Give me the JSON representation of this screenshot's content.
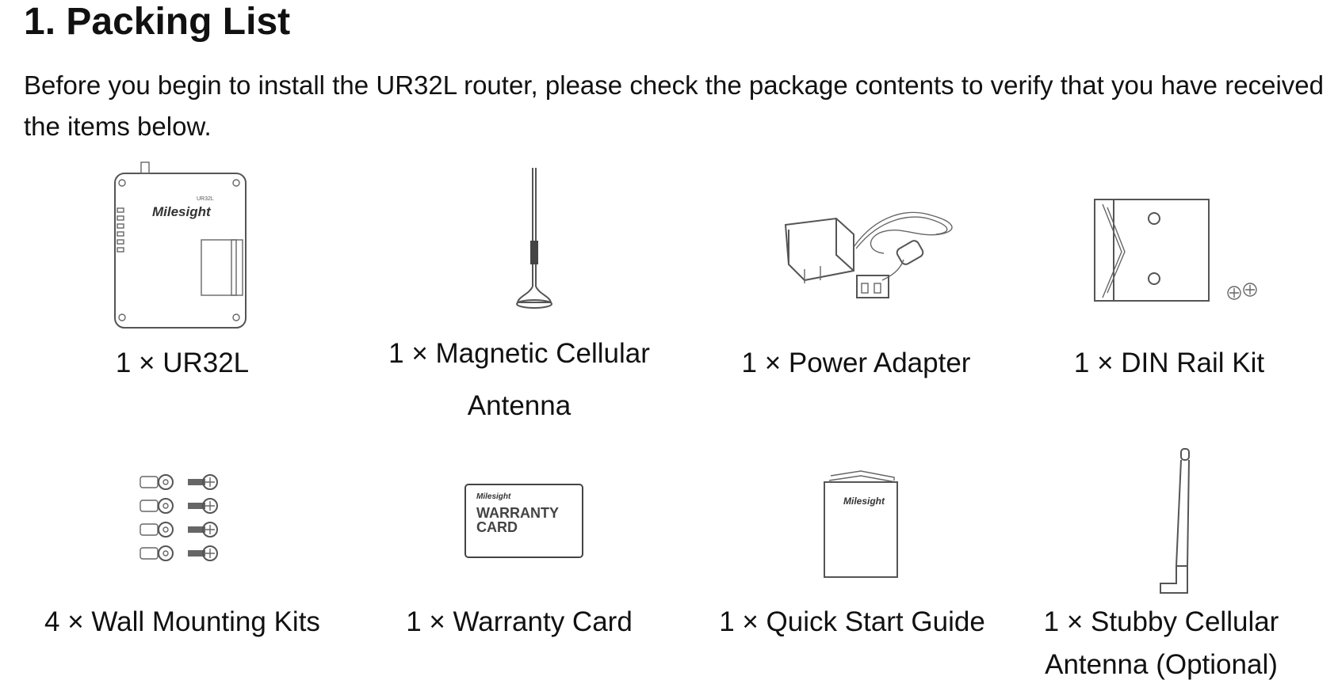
{
  "document": {
    "heading": "1.  Packing List",
    "intro": "Before you begin to install the UR32L router, please check the package contents to verify that you have received the items below."
  },
  "items": [
    {
      "caption": "1 × UR32L",
      "icon": "router-device-icon",
      "logo_text": "Milesight",
      "model_text": "UR32L"
    },
    {
      "caption_line1": "1 × Magnetic Cellular",
      "caption_line2": "Antenna",
      "icon": "magnetic-antenna-icon"
    },
    {
      "caption": "1 × Power Adapter",
      "icon": "power-adapter-icon"
    },
    {
      "caption": "1 × DIN Rail Kit",
      "icon": "din-rail-kit-icon"
    },
    {
      "caption": "4 × Wall Mounting Kits",
      "icon": "wall-mounting-kit-icon"
    },
    {
      "caption": "1 × Warranty Card",
      "icon": "warranty-card-icon",
      "card_logo": "Milesight",
      "card_line1": "WARRANTY",
      "card_line2": "CARD"
    },
    {
      "caption": "1 × Quick Start Guide",
      "icon": "quick-start-guide-icon",
      "guide_logo": "Milesight"
    },
    {
      "caption_line1": "1 × Stubby Cellular",
      "caption_line2": "Antenna (Optional)",
      "icon": "stubby-antenna-icon"
    }
  ]
}
